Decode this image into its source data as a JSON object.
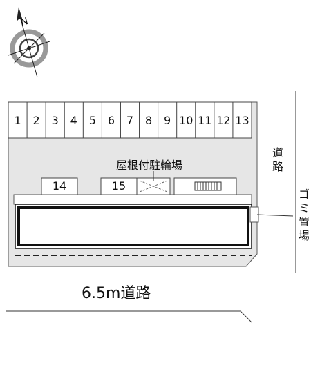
{
  "compass": {
    "north_label": "N",
    "icon": "compass-rose-icon"
  },
  "parking": {
    "spaces": [
      "1",
      "2",
      "3",
      "4",
      "5",
      "6",
      "7",
      "8",
      "9",
      "10",
      "11",
      "12",
      "13"
    ],
    "lower_spaces": [
      "14",
      "15"
    ]
  },
  "labels": {
    "bicycle_parking": "屋根付駐輪場",
    "road_right": "道路",
    "garbage": "ゴミ置場",
    "road_bottom": "6.5m道路"
  },
  "colors": {
    "lot_fill": "#e6e6e6",
    "building_border": "#1a1a1a",
    "line": "#333333"
  }
}
